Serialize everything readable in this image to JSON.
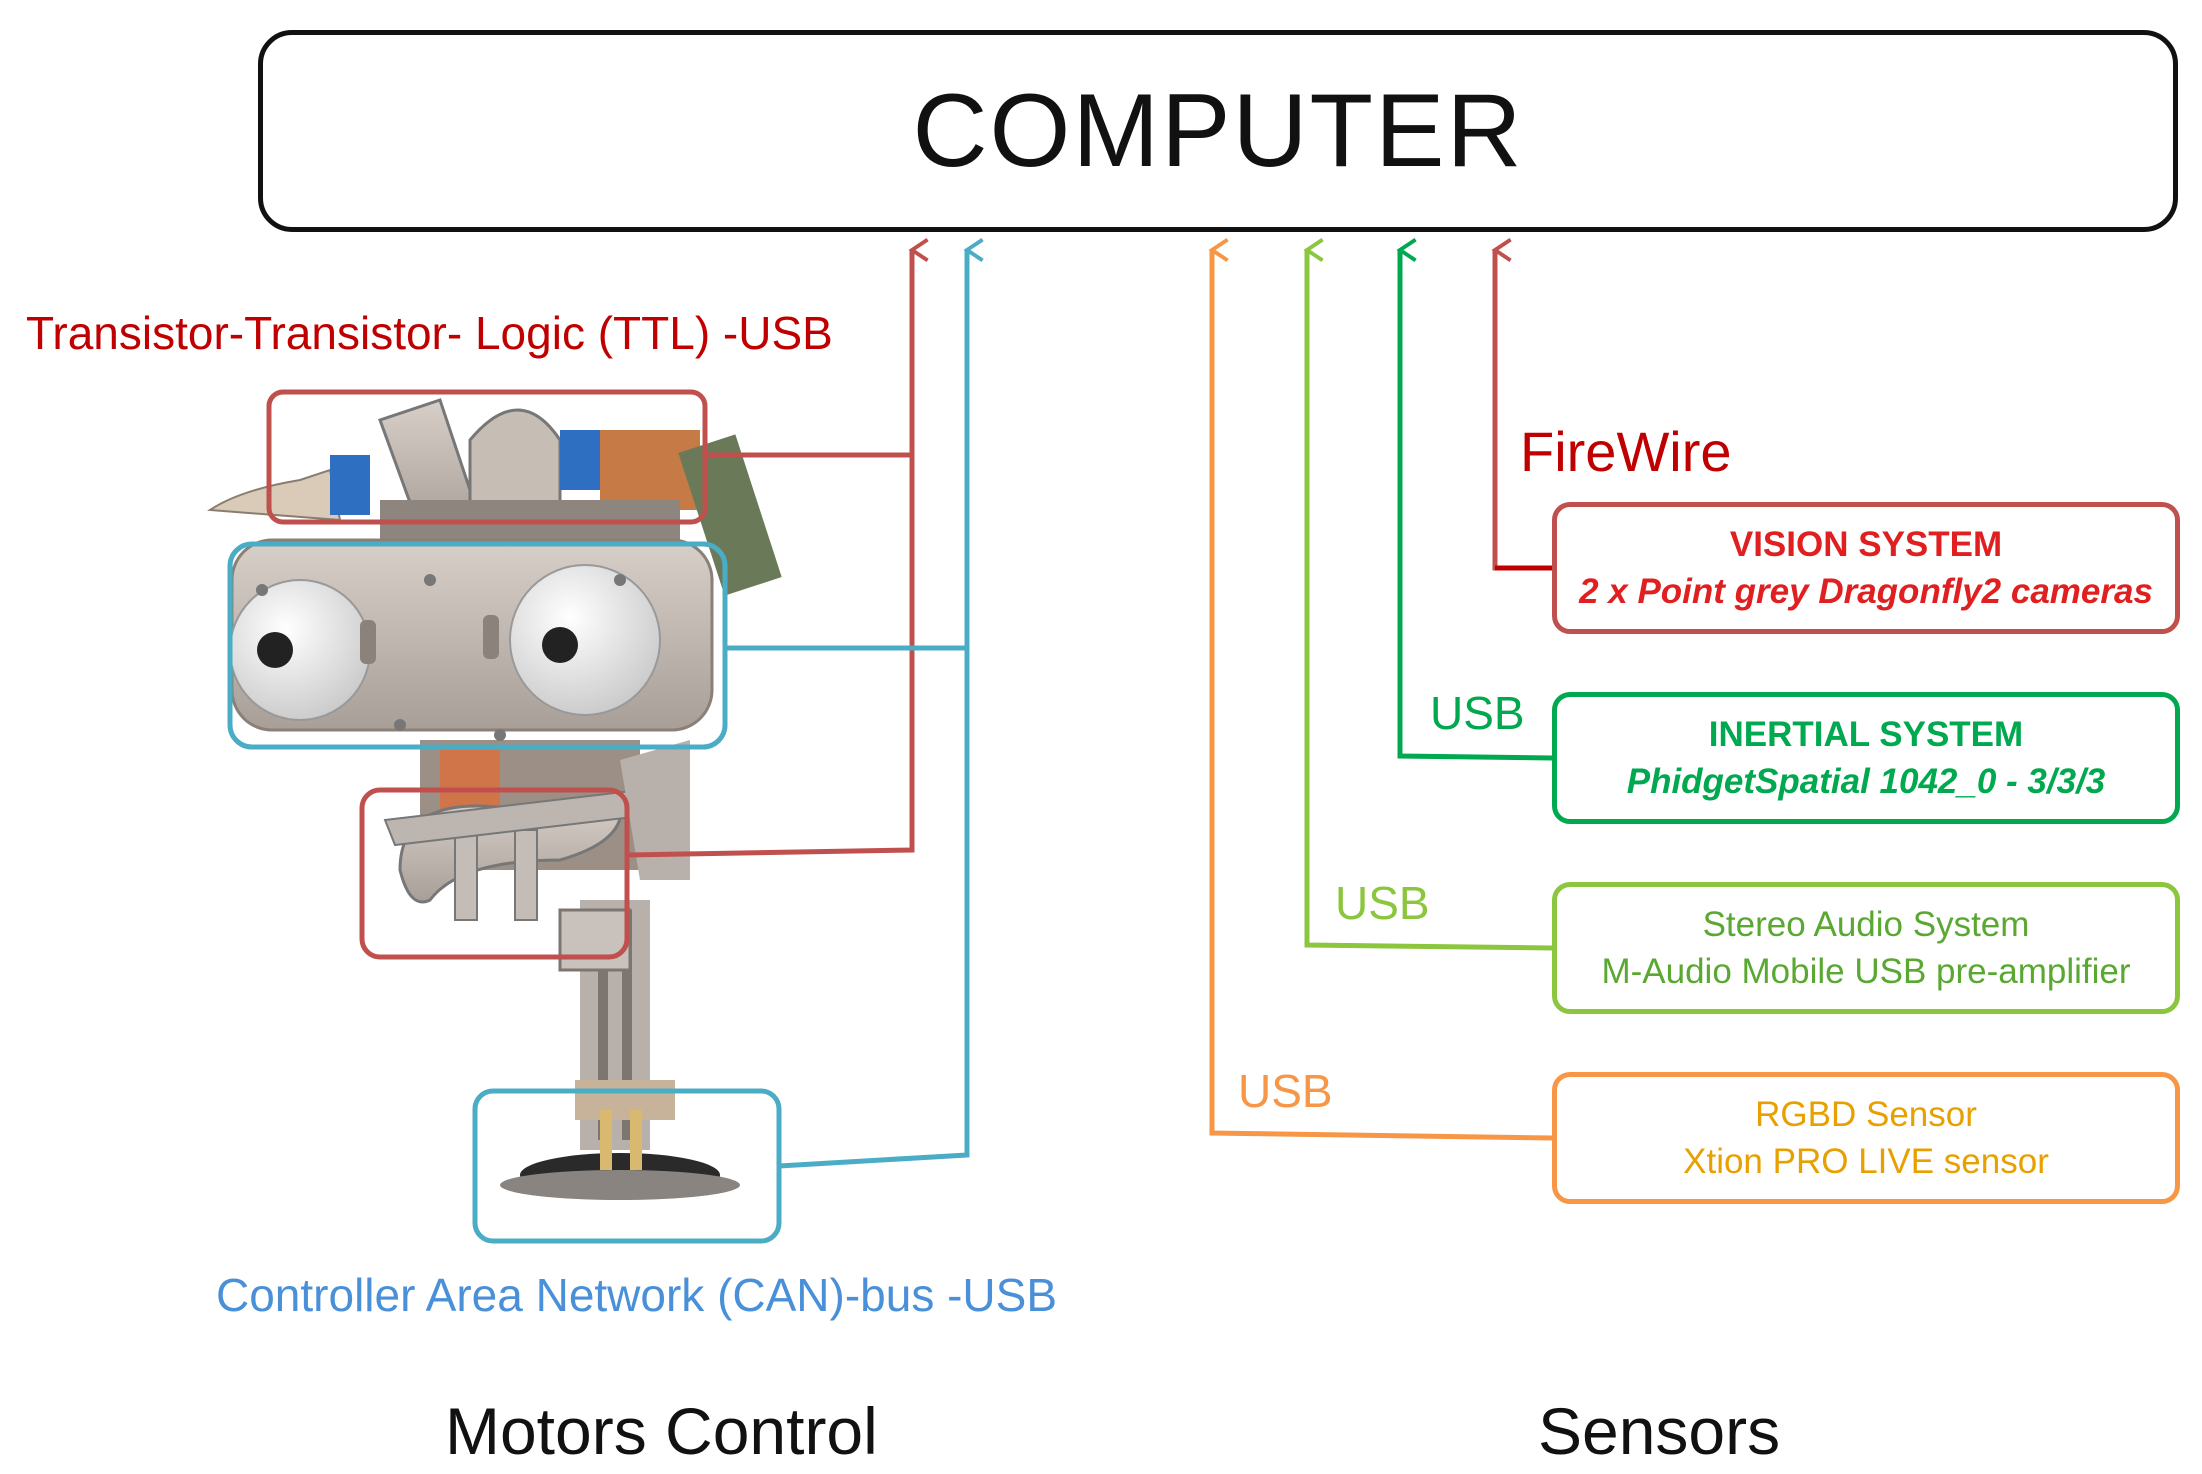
{
  "computer": {
    "label": "COMPUTER"
  },
  "motors": {
    "section_title": "Motors Control",
    "ttl_label": "Transistor-Transistor- Logic (TTL) -USB",
    "can_label": "Controller Area Network (CAN)-bus -USB"
  },
  "sensors": {
    "section_title": "Sensors",
    "firewire_label": "FireWire",
    "usb_label": "USB",
    "vision": {
      "title": "VISION SYSTEM",
      "subtitle": "2 x Point grey Dragonfly2 cameras"
    },
    "inertial": {
      "title": "INERTIAL SYSTEM",
      "subtitle": "PhidgetSpatial 1042_0  - 3/3/3"
    },
    "audio": {
      "title": "Stereo Audio System",
      "subtitle": "M-Audio Mobile USB pre-amplifier"
    },
    "rgbd": {
      "title": "RGBD Sensor",
      "subtitle": "Xtion PRO LIVE sensor"
    }
  },
  "colors": {
    "ttl": "#c0504d",
    "can": "#4bacc6",
    "firewire": "#c00000",
    "vision": "#e02020",
    "inertial": "#00a84f",
    "audio": "#8cc63f",
    "rgbd": "#f79646",
    "rgbd_text": "#e8a000",
    "can_text": "#4a90d9"
  }
}
